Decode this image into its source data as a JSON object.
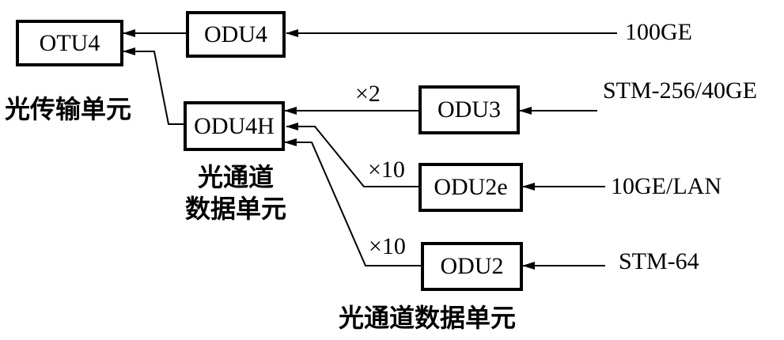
{
  "boxes": {
    "otu4": "OTU4",
    "odu4": "ODU4",
    "odu4h": "ODU4H",
    "odu3": "ODU3",
    "odu2e": "ODU2e",
    "odu2": "ODU2"
  },
  "inputs": {
    "ge100": "100GE",
    "stm256": "STM-256/40GE",
    "ge10lan": "10GE/LAN",
    "stm64": "STM-64"
  },
  "multipliers": {
    "odu3": "×2",
    "odu2e": "×10",
    "odu2": "×10"
  },
  "captions": {
    "otu_unit": "光传输单元",
    "odu_unit_line1": "光通道",
    "odu_unit_line2": "数据单元",
    "odu_unit_full": "光通道数据单元"
  },
  "colors": {
    "stroke": "#000000",
    "background": "#ffffff"
  }
}
